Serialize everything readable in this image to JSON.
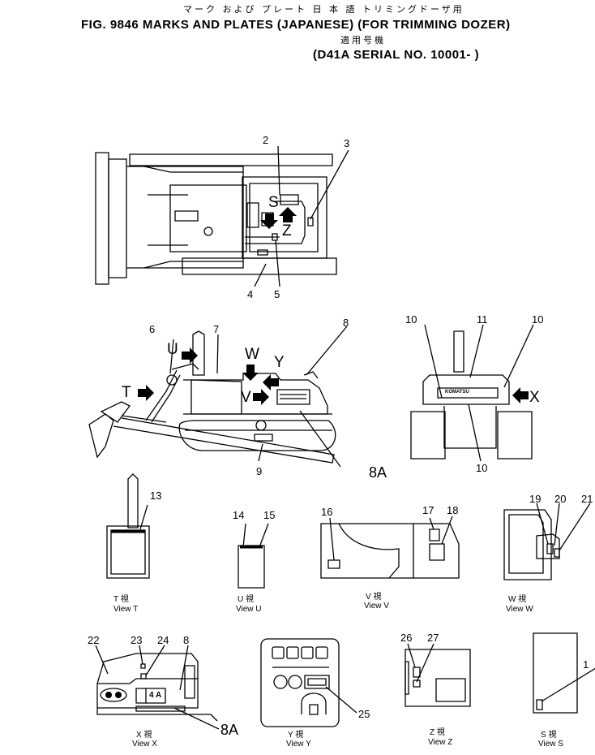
{
  "header": {
    "japanese_title": "マーク および プレート 日 本 語  トリミングドーザ用",
    "title": "FIG. 9846  MARKS AND PLATES (JAPANESE) (FOR TRIMMING DOZER)",
    "japanese_serial": "適用号機",
    "serial": "(D41A SERIAL NO. 10001- )"
  },
  "callouts": {
    "c1": "1",
    "c2": "2",
    "c3": "3",
    "c4": "4",
    "c5": "5",
    "c6": "6",
    "c7": "7",
    "c8": "8",
    "c8b": "8",
    "c8A": "8A",
    "c8A_b": "8A",
    "c9": "9",
    "c10a": "10",
    "c10b": "10",
    "c10c": "10",
    "c11": "11",
    "c13": "13",
    "c14": "14",
    "c15": "15",
    "c16": "16",
    "c17": "17",
    "c18": "18",
    "c19": "19",
    "c20": "20",
    "c21": "21",
    "c22": "22",
    "c23": "23",
    "c24": "24",
    "c25": "25",
    "c26": "26",
    "c27": "27"
  },
  "view_letters": {
    "S": "S",
    "Z": "Z",
    "T": "T",
    "U": "U",
    "W": "W",
    "Y": "Y",
    "V": "V",
    "X": "X"
  },
  "captions": {
    "t_jp": "T 視",
    "t_en": "View T",
    "u_jp": "U 視",
    "u_en": "View U",
    "v_jp": "V 視",
    "v_en": "View V",
    "w_jp": "W 視",
    "w_en": "View W",
    "x_jp": "X 視",
    "x_en": "View X",
    "y_jp": "Y 視",
    "y_en": "View Y",
    "z_jp": "Z 視",
    "z_en": "View Z",
    "s_jp": "S 視",
    "s_en": "View S"
  },
  "plate_text": {
    "x_plate": "4 A",
    "rear_brand": "KOMATSU"
  }
}
